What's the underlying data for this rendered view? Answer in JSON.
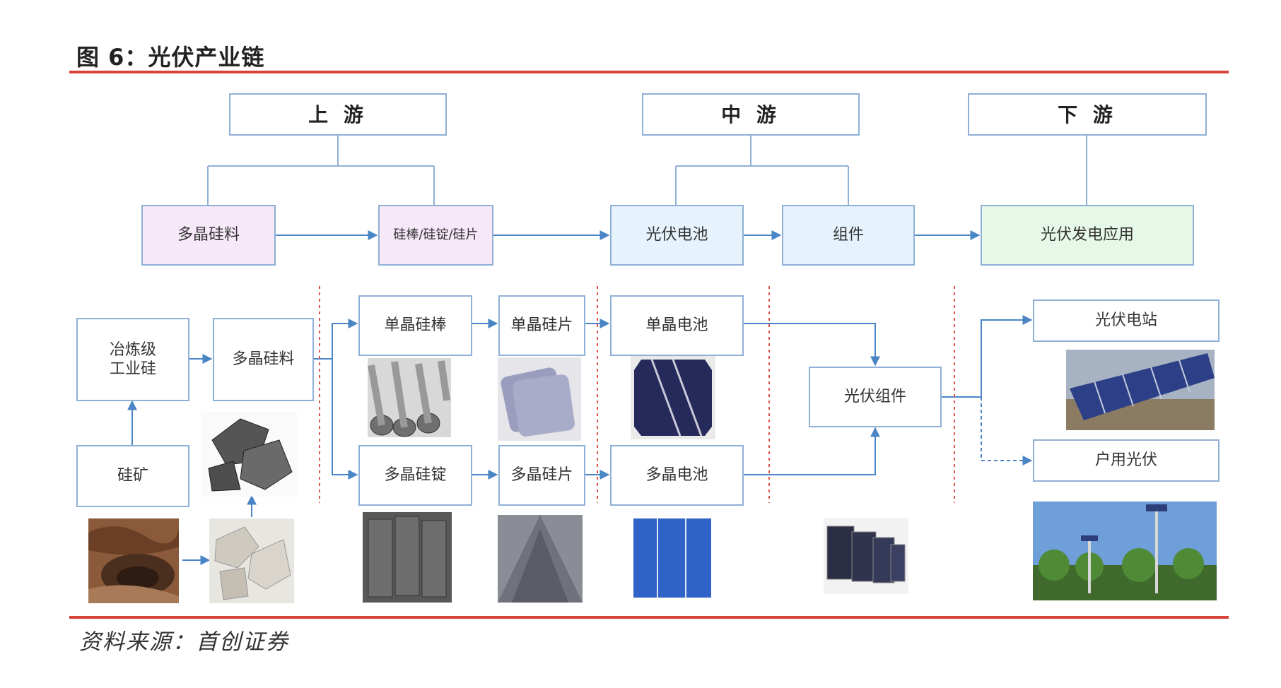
{
  "title": "图 6：光伏产业链",
  "source": "资料来源：首创证券",
  "stages": {
    "upstream": "上 游",
    "midstream": "中 游",
    "downstream": "下 游"
  },
  "chain": {
    "polysilicon_material": "多晶硅料",
    "rods_wafers": "硅棒/硅锭/硅片",
    "pv_cell": "光伏电池",
    "module": "组件",
    "pv_application": "光伏发电应用"
  },
  "detail": {
    "metallurgical_silicon": "冶炼级\n工业硅",
    "silicon_ore": "硅矿",
    "polysilicon_material": "多晶硅料",
    "mono_rod": "单晶硅棒",
    "poly_ingot": "多晶硅锭",
    "mono_wafer": "单晶硅片",
    "poly_wafer": "多晶硅片",
    "mono_cell": "单晶电池",
    "poly_cell": "多晶电池",
    "pv_module": "光伏组件",
    "pv_station": "光伏电站",
    "residential_pv": "户用光伏"
  },
  "colors": {
    "accent_red": "#d9443a",
    "connector_blue": "#4a86c5",
    "box_border": "#8fb0d6"
  }
}
